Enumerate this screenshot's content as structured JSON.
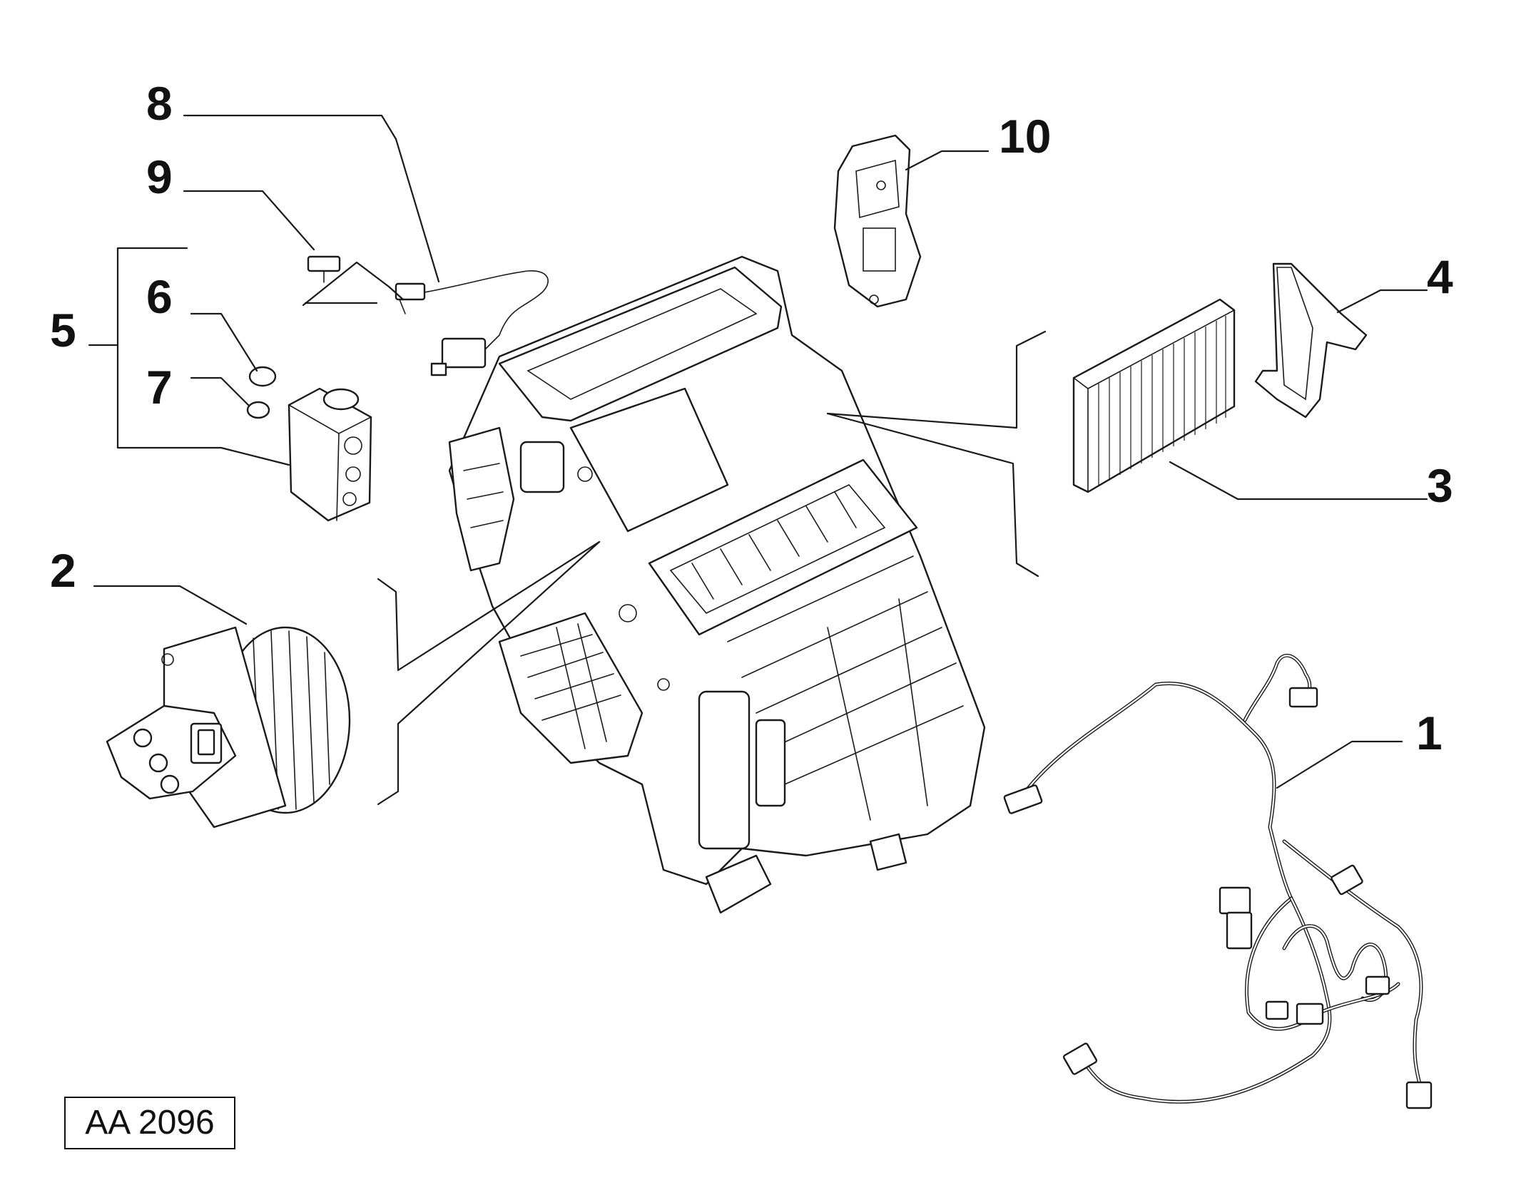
{
  "callouts": {
    "c1": "1",
    "c2": "2",
    "c3": "3",
    "c4": "4",
    "c5": "5",
    "c6": "6",
    "c7": "7",
    "c8": "8",
    "c9": "9",
    "c10": "10"
  },
  "reference": "AA 2096"
}
